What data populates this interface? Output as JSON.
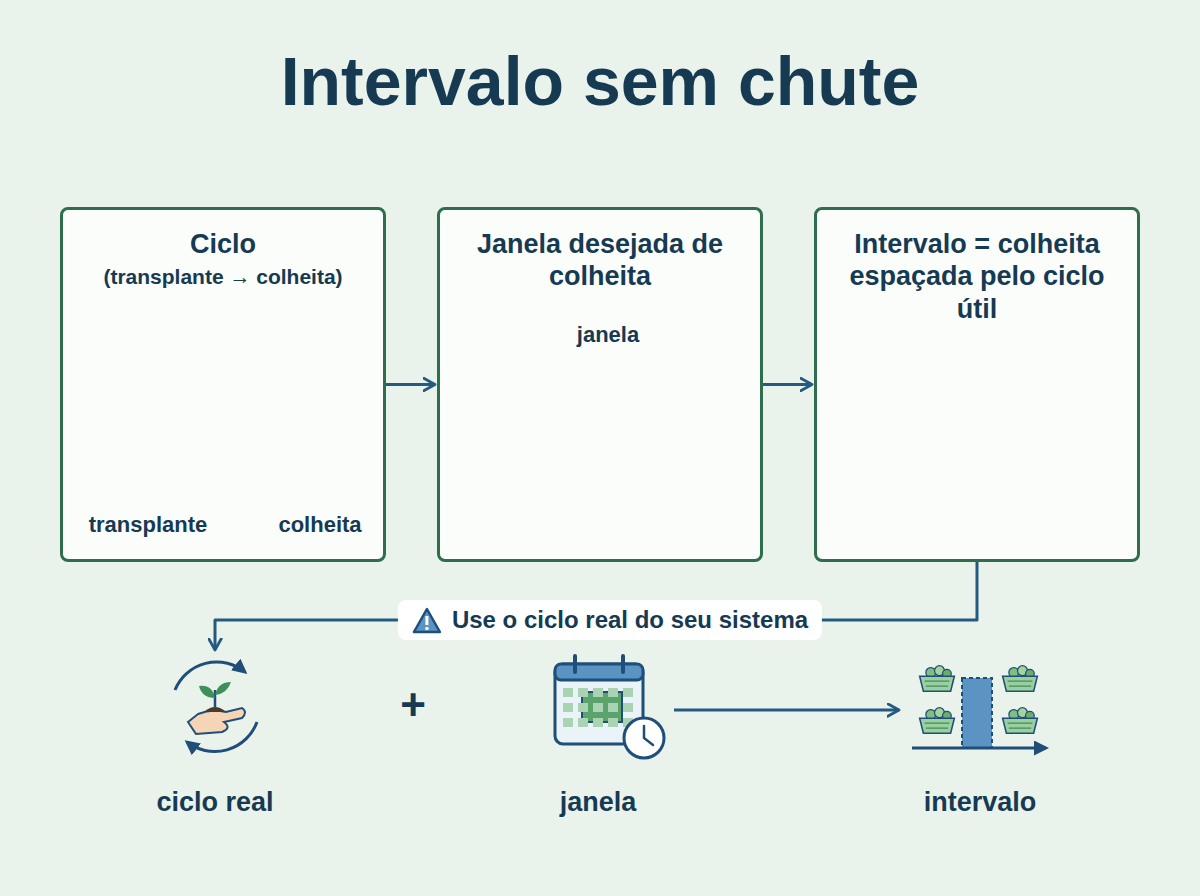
{
  "diagram": {
    "title": "Intervalo sem chute",
    "nodes": [
      {
        "text": [
          "Ciclo",
          "(transplante → colheita)"
        ]
      },
      {
        "text": [
          "Janela desejada de colheita"
        ]
      },
      {
        "text": [
          "Intervalo = colheita espaçada pelo ciclo útil"
        ]
      },
      {
        "text": [
          "ciclo real"
        ]
      },
      {
        "text": [
          "janela"
        ]
      },
      {
        "text": [
          "intervalo"
        ]
      }
    ],
    "edges": [
      {
        "from": 0,
        "to": 1,
        "arrow": "to"
      },
      {
        "from": 1,
        "to": 2,
        "arrow": "to"
      },
      {
        "from": 2,
        "to": 3,
        "label": "Use o ciclo real do seu sistema",
        "arrow": "to"
      },
      {
        "from": 4,
        "to": 5,
        "arrow": "to"
      }
    ],
    "labels": [
      "transplante",
      "colheita",
      "janela",
      "+"
    ]
  }
}
